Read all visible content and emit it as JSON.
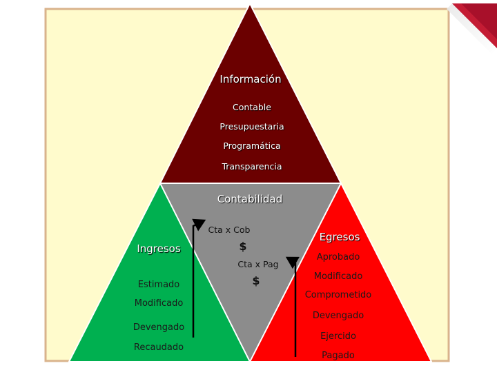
{
  "colors": {
    "canvas": "#fffbcc",
    "frame": "#d9b38c",
    "top_triangle": "#6b0000",
    "center_triangle": "#8c8c8c",
    "left_triangle": "#00b050",
    "right_triangle": "#ff0000",
    "corner_ribbon": "#a8102a"
  },
  "top": {
    "title": "Información",
    "items": [
      "Contable",
      "Presupuestaria",
      "Programática",
      "Transparencia"
    ]
  },
  "center": {
    "title": "Contabilidad",
    "cta_cob": "Cta x Cob",
    "dollar_1": "$",
    "cta_pag": "Cta x Pag",
    "dollar_2": "$"
  },
  "left": {
    "title": "Ingresos",
    "items": [
      "Estimado",
      "Modificado",
      "Devengado",
      "Recaudado"
    ]
  },
  "right": {
    "title": "Egresos",
    "items": [
      "Aprobado",
      "Modificado",
      "Comprometido",
      "Devengado",
      "Ejercido",
      "Pagado"
    ]
  }
}
